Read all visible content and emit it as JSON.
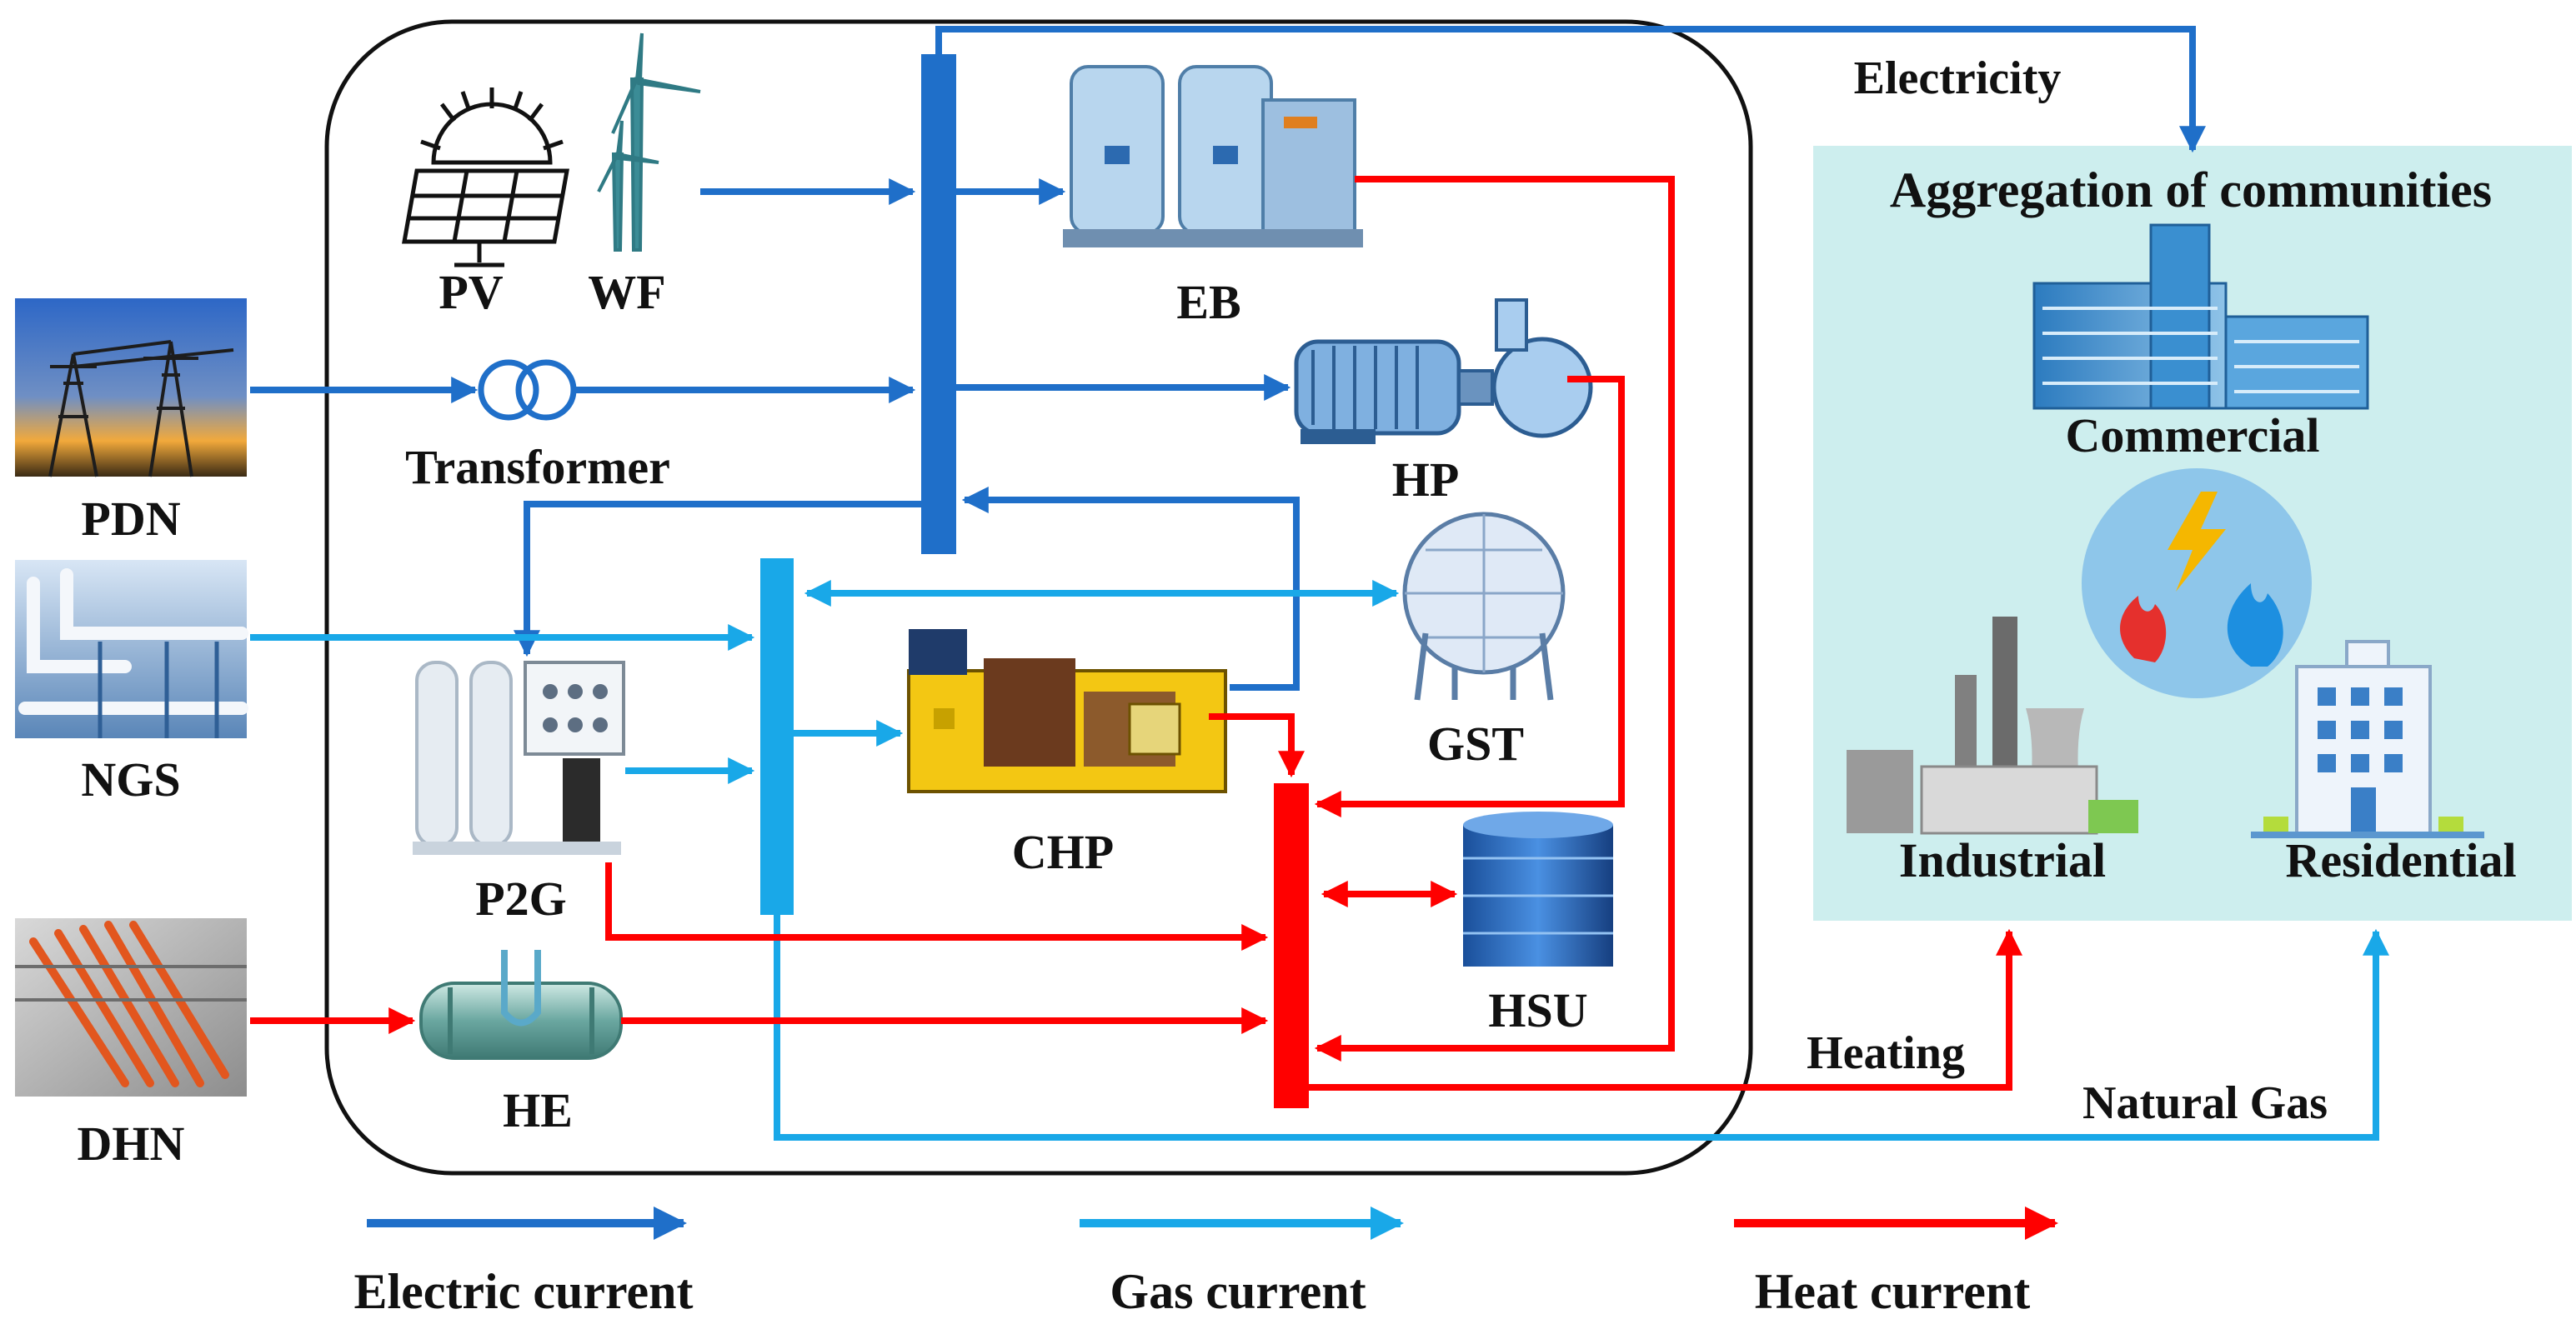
{
  "labels": {
    "pdn": "PDN",
    "ngs": "NGS",
    "dhn": "DHN",
    "pv": "PV",
    "wf": "WF",
    "transformer": "Transformer",
    "eb": "EB",
    "hp": "HP",
    "gst": "GST",
    "chp": "CHP",
    "p2g": "P2G",
    "he": "HE",
    "hsu": "HSU",
    "electricity": "Electricity",
    "heating": "Heating",
    "natural_gas": "Natural Gas"
  },
  "community": {
    "title": "Aggregation of communities",
    "commercial": "Commercial",
    "industrial": "Industrial",
    "residential": "Residential"
  },
  "legend": {
    "electric": "Electric current",
    "gas": "Gas current",
    "heat": "Heat current"
  },
  "colors": {
    "electric": "#1f6fc9",
    "gas": "#19a8e8",
    "heat": "#ff0000",
    "community_bg": "#cdeeee"
  }
}
